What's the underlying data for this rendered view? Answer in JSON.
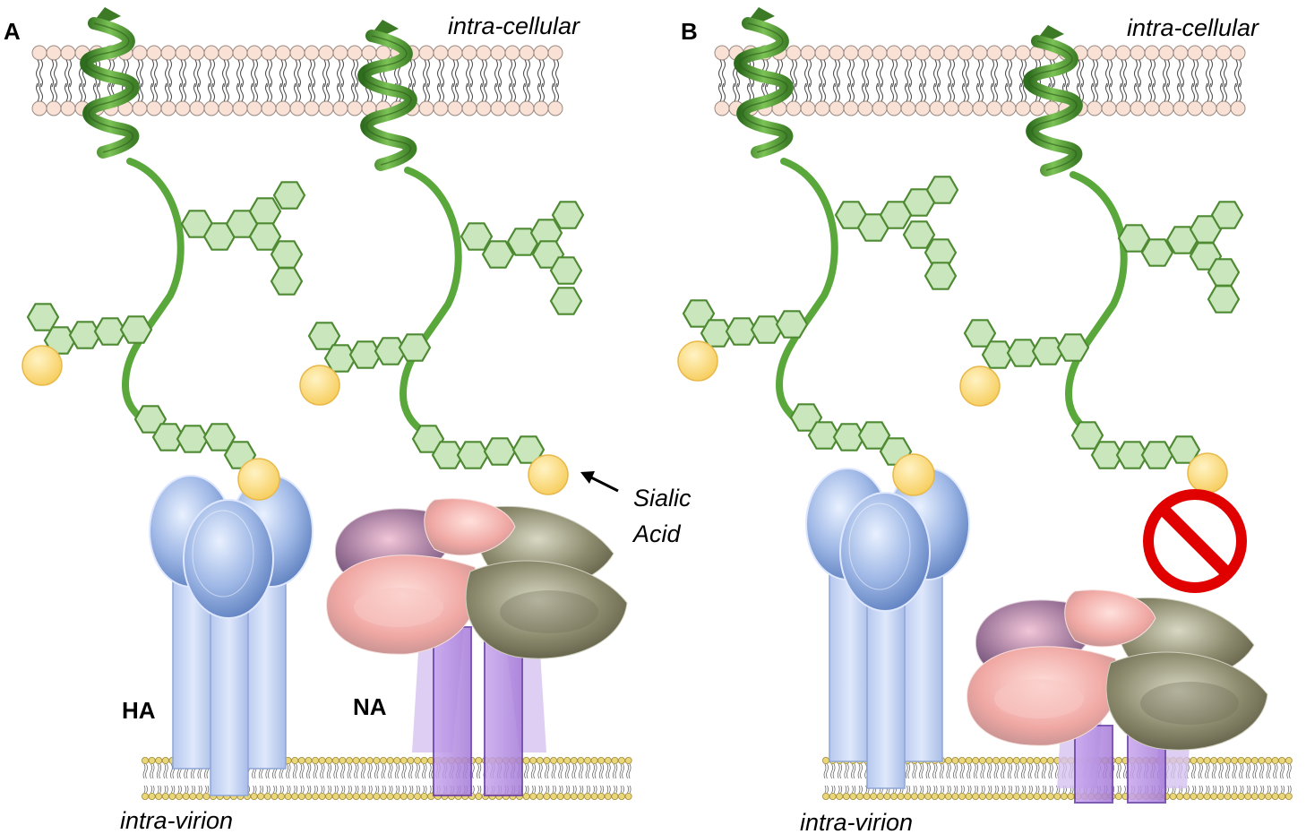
{
  "panels": [
    {
      "label": "A",
      "top_region": "intra-cellular",
      "bottom_region": "intra-virion",
      "ha_label": "HA",
      "na_label": "NA",
      "sialic_label_line1": "Sialic",
      "sialic_label_line2": "Acid"
    },
    {
      "label": "B",
      "top_region": "intra-cellular",
      "bottom_region": "intra-virion"
    }
  ],
  "colors": {
    "glycan_fill": "#c9e6bd",
    "glycan_stroke": "#4e8a32",
    "protein_green": "#5aa83c",
    "sialic_acid": "#ffd978",
    "ha_blue": "#a8bfe8",
    "na_pink": "#f2b9b3",
    "na_olive": "#8a8a66",
    "stalk_purple": "#b48ae0",
    "host_lipid": "#f8e0d6",
    "viral_lipid": "#e8d27a",
    "no_sign_red": "#e00000"
  },
  "icons": [
    "no-entry-icon",
    "arrow-icon"
  ]
}
